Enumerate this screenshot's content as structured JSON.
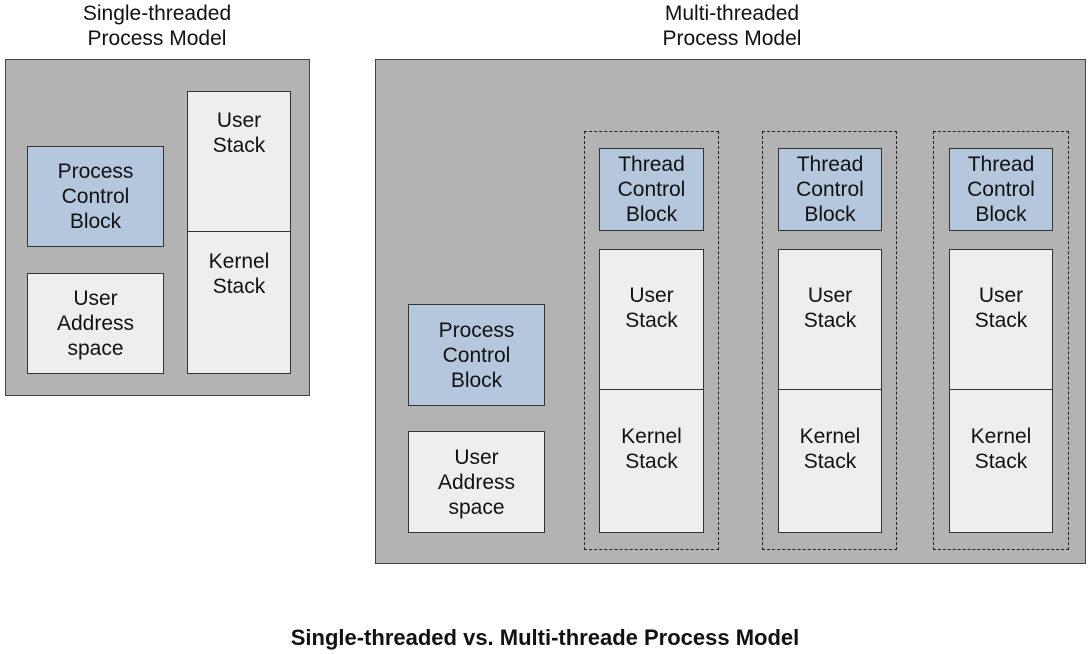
{
  "single": {
    "title": [
      "Single-threaded",
      "Process Model"
    ],
    "pcb": [
      "Process",
      "Control",
      "Block"
    ],
    "user_address": [
      "User",
      "Address",
      "space"
    ],
    "user_stack": [
      "User",
      "Stack"
    ],
    "kernel_stack": [
      "Kernel",
      "Stack"
    ]
  },
  "multi": {
    "title": [
      "Multi-threaded",
      "Process Model"
    ],
    "pcb": [
      "Process",
      "Control",
      "Block"
    ],
    "user_address": [
      "User",
      "Address",
      "space"
    ],
    "threads": [
      {
        "tcb": [
          "Thread",
          "Control",
          "Block"
        ],
        "user_stack": [
          "User",
          "Stack"
        ],
        "kernel_stack": [
          "Kernel",
          "Stack"
        ]
      },
      {
        "tcb": [
          "Thread",
          "Control",
          "Block"
        ],
        "user_stack": [
          "User",
          "Stack"
        ],
        "kernel_stack": [
          "Kernel",
          "Stack"
        ]
      },
      {
        "tcb": [
          "Thread",
          "Control",
          "Block"
        ],
        "user_stack": [
          "User",
          "Stack"
        ],
        "kernel_stack": [
          "Kernel",
          "Stack"
        ]
      }
    ]
  },
  "caption": "Single-threaded vs. Multi-threade Process Model",
  "colors": {
    "panel": "#b3b3b3",
    "control_block": "#b4c7dc",
    "memory_box": "#eeeeee"
  }
}
